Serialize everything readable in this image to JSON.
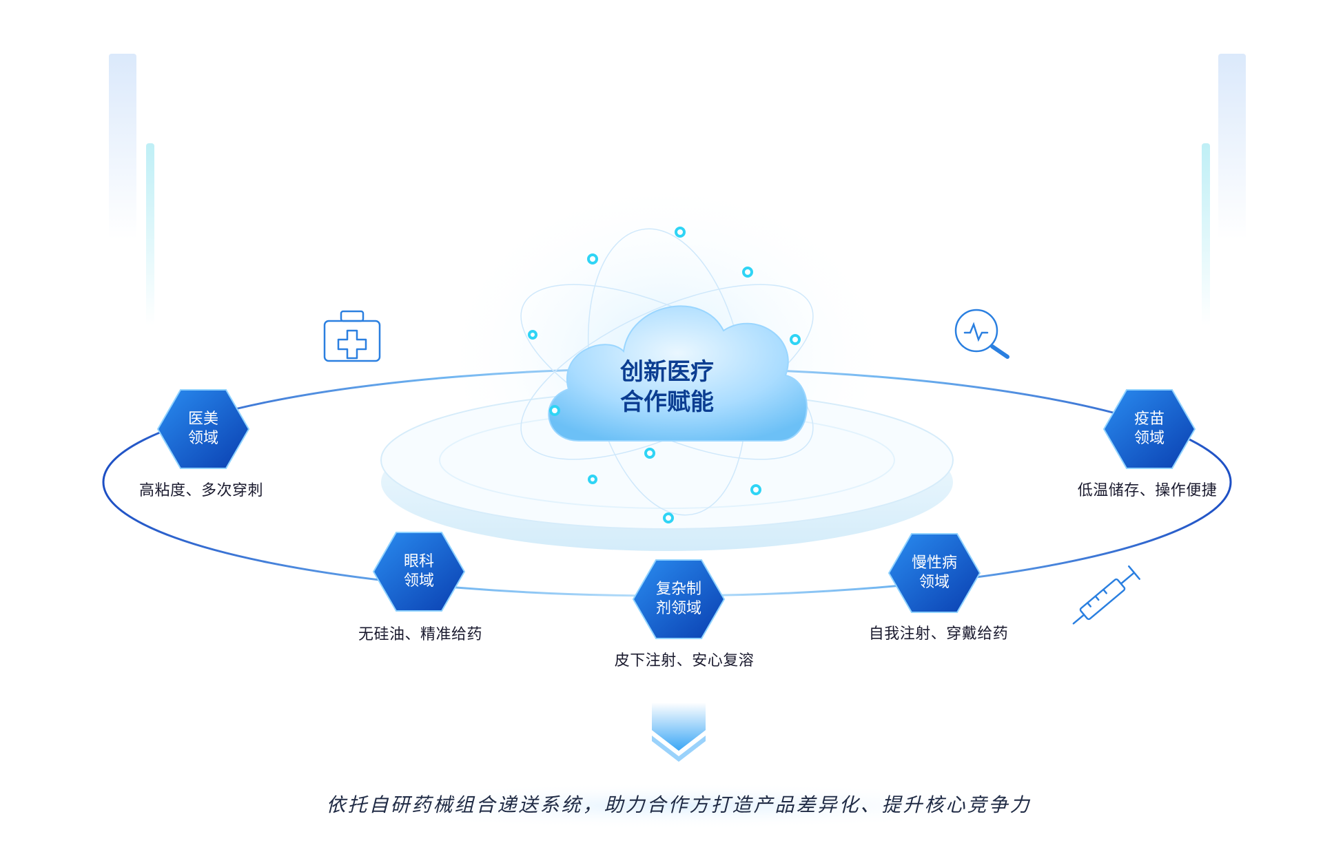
{
  "center": {
    "line1": "创新医疗",
    "line2": "合作赋能"
  },
  "domains": [
    {
      "name_line1": "医美",
      "name_line2": "领域",
      "desc": "高粘度、多次穿刺"
    },
    {
      "name_line1": "眼科",
      "name_line2": "领域",
      "desc": "无硅油、精准给药"
    },
    {
      "name_line1": "复杂制",
      "name_line2": "剂领域",
      "desc": "皮下注射、安心复溶"
    },
    {
      "name_line1": "慢性病",
      "name_line2": "领域",
      "desc": "自我注射、穿戴给药"
    },
    {
      "name_line1": "疫苗",
      "name_line2": "领域",
      "desc": "低温储存、操作便捷"
    }
  ],
  "icons": [
    "first-aid-kit-icon",
    "magnifier-heartbeat-icon",
    "syringe-icon",
    "down-arrow-icon"
  ],
  "tagline": "依托自研药械组合递送系统，助力合作方打造产品差异化、提升核心竞争力",
  "colors": {
    "hex_dark": "#0a3fb0",
    "hex_light": "#2a8cf0",
    "orbit": "#2e6fd8",
    "cloud": "#8fd0ff",
    "accent_cyan": "#2fd4f5"
  }
}
